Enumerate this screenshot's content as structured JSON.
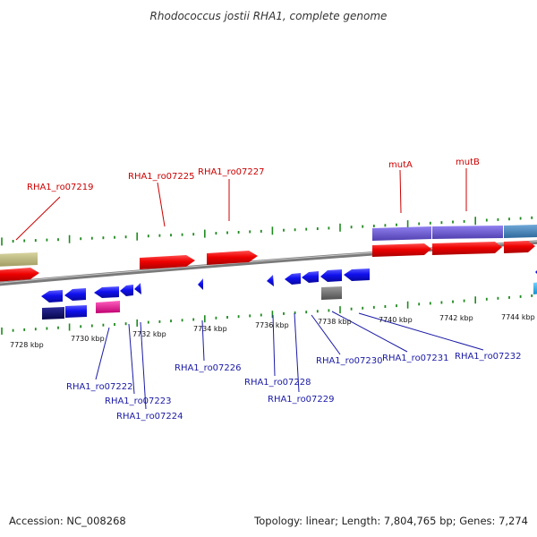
{
  "title": "Rhodococcus jostii RHA1, complete genome",
  "footer": {
    "accession": "Accession: NC_008268",
    "summary": "Topology: linear; Length: 7,804,765 bp; Genes: 7,274"
  },
  "colors": {
    "backbone": "#7a7a7a",
    "forward_tick": "#1f8a1f",
    "label_red": "#cc0000",
    "label_blue": "#1a1aa6",
    "gene_red": "#ee0000",
    "gene_blue": "#1010ee",
    "gene_navy": "#0a0a70",
    "gene_olive": "#b8b47a",
    "gene_purple": "#6a5acd",
    "gene_steelblue": "#4682b4",
    "gene_magenta": "#ee1090",
    "gene_gray": "#6f6f6f",
    "gene_cyan": "#22aaee"
  },
  "axis": {
    "unit": "kbp",
    "ticks": [
      "7728 kbp",
      "7730 kbp",
      "7732 kbp",
      "7734 kbp",
      "7736 kbp",
      "7738 kbp",
      "7740 kbp",
      "7742 kbp",
      "7744 kbp"
    ]
  },
  "gene_labels": {
    "forward": [
      "RHA1_ro07219",
      "RHA1_ro07225",
      "RHA1_ro07227",
      "mutA",
      "mutB"
    ],
    "reverse": [
      "RHA1_ro07222",
      "RHA1_ro07223",
      "RHA1_ro07224",
      "RHA1_ro07226",
      "RHA1_ro07228",
      "RHA1_ro07229",
      "RHA1_ro07230",
      "RHA1_ro07231",
      "RHA1_ro07232"
    ]
  }
}
